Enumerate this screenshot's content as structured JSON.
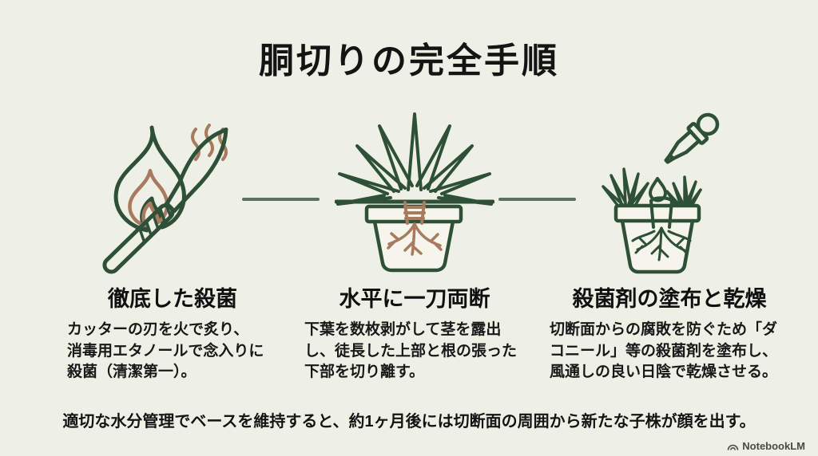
{
  "page": {
    "background_color": "#eff0e5",
    "accent_green": "#2f5038",
    "accent_brown": "#a87a5e",
    "connector_color": "#5d6f63",
    "text_color": "#141414"
  },
  "title": "胴切りの完全手順",
  "steps": [
    {
      "icon": "flame-scalpel-icon",
      "heading": "徹底した殺菌",
      "body": "カッターの刃を火で炙り、\n消毒用エタノールで念入りに\n殺菌（清潔第一）。"
    },
    {
      "icon": "plant-cut-pot-icon",
      "heading": "水平に一刀両断",
      "body": "下葉を数枚剥がして茎を露出\nし、徒長した上部と根の張った\n下部を切り離す。"
    },
    {
      "icon": "dropper-pot-icon",
      "heading": "殺菌剤の塗布と乾燥",
      "body": "切断面からの腐敗を防ぐため「ダ\nコニール」等の殺菌剤を塗布し、\n風通しの良い日陰で乾燥させる。"
    }
  ],
  "footer_note": "適切な水分管理でベースを維持すると、約1ヶ月後には切断面の周囲から新たな子株が顔を出す。",
  "watermark": "NotebookLM"
}
